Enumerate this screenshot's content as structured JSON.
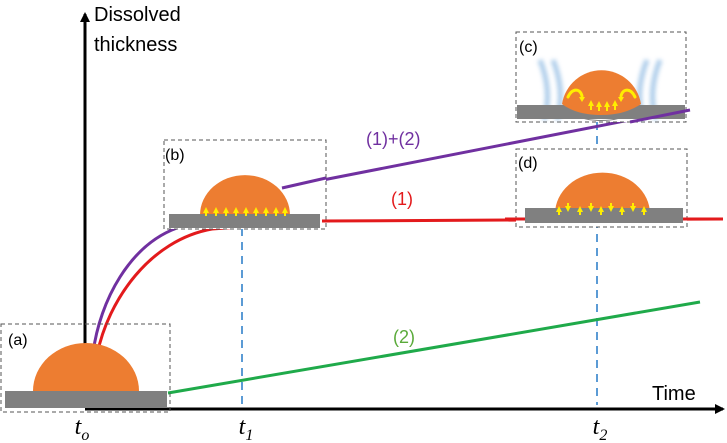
{
  "figure": {
    "y_axis_label_line1": "Dissolved",
    "y_axis_label_line2": "thickness",
    "x_axis_label": "Time",
    "ticks": {
      "t0": {
        "base": "t",
        "sub": "o"
      },
      "t1": {
        "base": "t",
        "sub": "1"
      },
      "t2": {
        "base": "t",
        "sub": "2"
      }
    },
    "curve_labels": {
      "combined": "(1)+(2)",
      "one": "(1)",
      "two": "(2)"
    },
    "panels": {
      "a": "(a)",
      "b": "(b)",
      "c": "(c)",
      "d": "(d)"
    },
    "colors": {
      "combined": "#7030a0",
      "one": "#e31a1c",
      "two": "#1faa4a",
      "droplet": "#ed7d31",
      "substrate": "#808080",
      "arrows": "#ffee00",
      "guide": "#5b9bd5",
      "flow": "#9dc3e6"
    }
  }
}
